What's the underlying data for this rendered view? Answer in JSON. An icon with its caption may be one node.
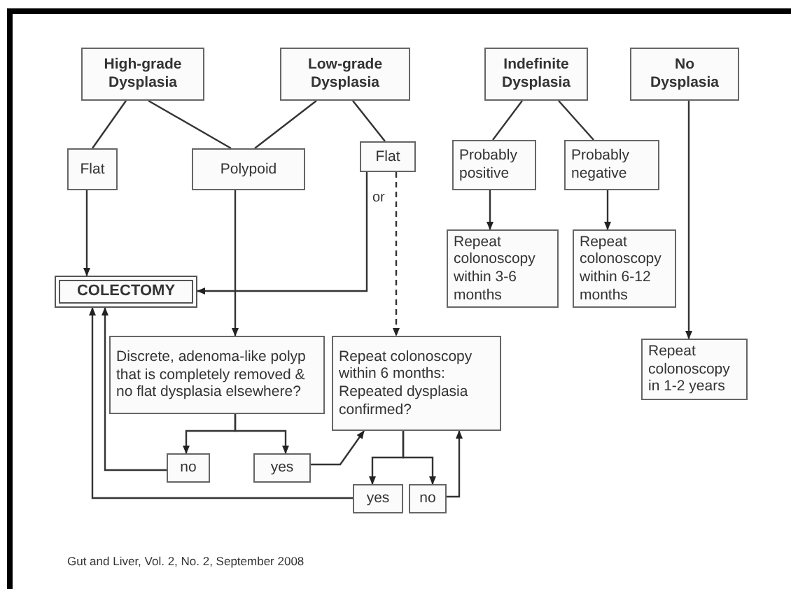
{
  "diagram": {
    "caption": "Gut and Liver, Vol. 2, No. 2, September 2008",
    "nodes": [
      {
        "text": [
          "High-grade Dysplasia"
        ]
      },
      {
        "text": [
          "Low-grade Dysplasia"
        ]
      },
      {
        "text": [
          "Indefinite Dysplasia"
        ]
      },
      {
        "text": [
          "No Dysplasia"
        ]
      },
      {
        "text": [
          "Flat"
        ]
      },
      {
        "text": [
          "Polypoid"
        ]
      },
      {
        "text": [
          "Flat"
        ]
      },
      {
        "text": [
          "Probably positive"
        ]
      },
      {
        "text": [
          "Probably negative"
        ]
      },
      {
        "text": [
          "Repeat colonoscopy within 3-6 months"
        ]
      },
      {
        "text": [
          "Repeat colonoscopy within 6-12 months"
        ]
      },
      {
        "text": [
          "COLECTOMY"
        ]
      },
      {
        "text": [
          "Discrete, adenoma-like polyp that is completely removed & no flat dysplasia elsewhere?"
        ]
      },
      {
        "text": [
          "Repeat colonoscopy within 6 months: Repeated dysplasia confirmed?"
        ]
      },
      {
        "text": [
          "Repeat colonoscopy in 1-2 years"
        ]
      },
      {
        "text": [
          "no"
        ]
      },
      {
        "text": [
          "yes"
        ]
      },
      {
        "text": [
          "yes"
        ]
      },
      {
        "text": [
          "no"
        ]
      }
    ],
    "edges": [
      {
        "from": 0,
        "to": 4,
        "arrow": "none"
      },
      {
        "from": 0,
        "to": 5,
        "arrow": "none"
      },
      {
        "from": 1,
        "to": 5,
        "arrow": "none"
      },
      {
        "from": 1,
        "to": 6,
        "arrow": "none"
      },
      {
        "from": 2,
        "to": 7,
        "arrow": "none"
      },
      {
        "from": 2,
        "to": 8,
        "arrow": "none"
      },
      {
        "from": 4,
        "to": 11,
        "arrow": "to"
      },
      {
        "from": 5,
        "to": 12,
        "arrow": "to"
      },
      {
        "from": 6,
        "to": 11,
        "arrow": "to"
      },
      {
        "from": 6,
        "to": 13,
        "arrow": "to",
        "style": "dashed"
      },
      {
        "from": 3,
        "to": 14,
        "arrow": "to"
      },
      {
        "from": 7,
        "to": 9,
        "arrow": "to"
      },
      {
        "from": 8,
        "to": 10,
        "arrow": "to"
      },
      {
        "from": 12,
        "to": 15,
        "arrow": "to"
      },
      {
        "from": 12,
        "to": 16,
        "arrow": "to"
      },
      {
        "from": 16,
        "to": 13,
        "arrow": "to"
      },
      {
        "from": 13,
        "to": 17,
        "arrow": "to"
      },
      {
        "from": 13,
        "to": 18,
        "arrow": "to"
      },
      {
        "from": 18,
        "to": 13,
        "arrow": "to"
      },
      {
        "from": 15,
        "to": 11,
        "arrow": "to"
      },
      {
        "from": 17,
        "to": 11,
        "arrow": "to"
      }
    ],
    "labels": [
      "or"
    ]
  }
}
